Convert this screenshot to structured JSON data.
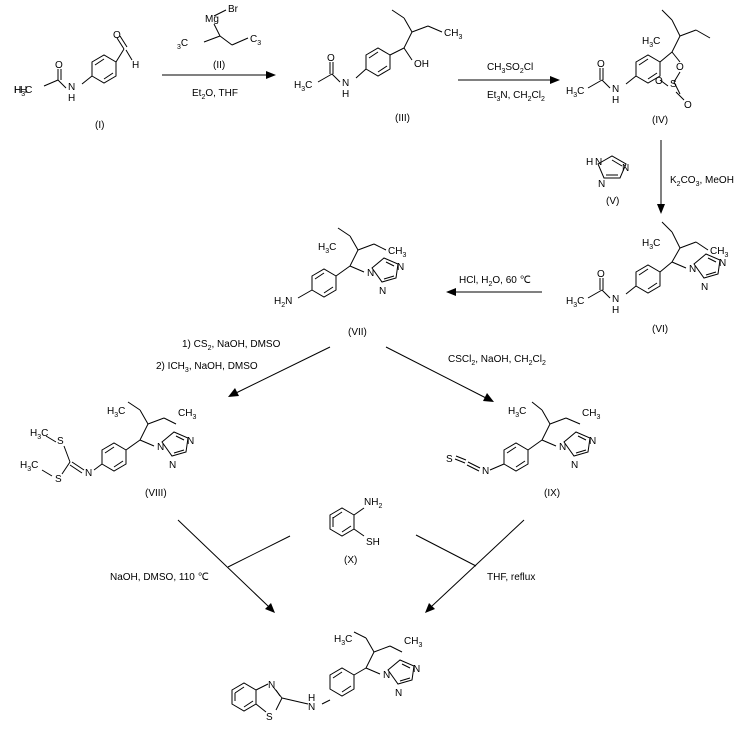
{
  "title": "Synthesis scheme",
  "compounds": {
    "I": {
      "id": "(I)",
      "atoms": {
        "O": "O",
        "H": "H",
        "C": "C",
        "N": "N",
        "H3": "3"
      }
    },
    "II": {
      "id": "(II)",
      "atoms": {
        "Mg": "Mg",
        "Br": "Br",
        "C": "C",
        "H3": "3"
      }
    },
    "III": {
      "id": "(III)",
      "atoms": {
        "OH": "OH",
        "O": "O",
        "N": "N",
        "H": "H",
        "C": "C",
        "H3": "3"
      }
    },
    "IV": {
      "id": "(IV)",
      "atoms": {
        "O": "O",
        "S": "S",
        "N": "N",
        "H": "H",
        "C": "C",
        "H3": "3"
      }
    },
    "V": {
      "id": "(V)",
      "atoms": {
        "N": "N",
        "H": "H"
      }
    },
    "VI": {
      "id": "(VI)",
      "atoms": {
        "O": "O",
        "N": "N",
        "H": "H",
        "C": "C",
        "H3": "3"
      }
    },
    "VII": {
      "id": "(VII)",
      "atoms": {
        "N": "N",
        "H": "H",
        "C": "C",
        "H2": "2",
        "H3": "3"
      }
    },
    "VIII": {
      "id": "(VIII)",
      "atoms": {
        "S": "S",
        "N": "N",
        "H": "H",
        "C": "C",
        "H3": "3"
      }
    },
    "IX": {
      "id": "(IX)",
      "atoms": {
        "S": "S",
        "C": "C",
        "N": "N",
        "H": "H",
        "H3": "3"
      }
    },
    "X": {
      "id": "(X)",
      "atoms": {
        "NH": "NH",
        "H2": "2",
        "SH": "SH"
      }
    },
    "P": {
      "atoms": {
        "N": "N",
        "H": "H",
        "S": "S",
        "C": "C",
        "H3": "3"
      }
    }
  },
  "conditions": {
    "step1": {
      "a": "Et",
      "a_sub": "2",
      "b": "O, THF"
    },
    "step2": {
      "a": "CH",
      "a_sub": "3",
      "b": "SO",
      "b_sub": "2",
      "c": "Cl",
      "d": "Et",
      "d_sub": "3",
      "e": "N, CH",
      "e_sub": "2",
      "f": "Cl",
      "f_sub": "2"
    },
    "step3": {
      "a": "K",
      "a_sub": "2",
      "b": "CO",
      "b_sub": "3",
      "c": ", MeOH"
    },
    "step4": {
      "a": "HCl, H",
      "a_sub": "2",
      "b": "O, 60 ℃"
    },
    "step5": {
      "line1_a": "1) CS",
      "line1_sub": "2",
      "line1_b": ", NaOH, DMSO",
      "line2_a": "2) ICH",
      "line2_sub": "3",
      "line2_b": ", NaOH, DMSO"
    },
    "step6": {
      "a": "CSCl",
      "a_sub": "2",
      "b": ", NaOH, CH",
      "b_sub": "2",
      "c": "Cl",
      "c_sub": "2"
    },
    "step7": {
      "text": "NaOH, DMSO, 110 ℃"
    },
    "step8": {
      "text": "THF, reflux"
    }
  }
}
